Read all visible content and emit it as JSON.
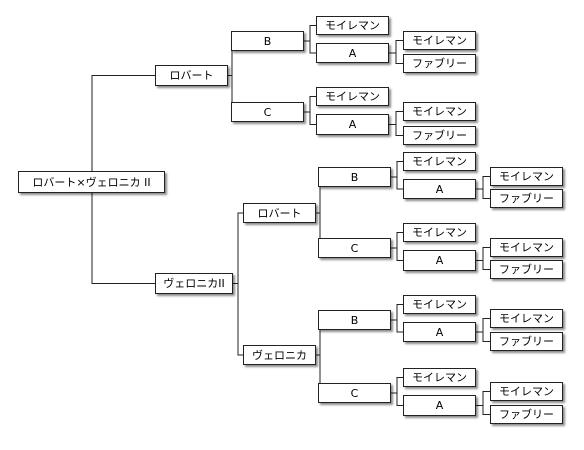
{
  "nodes": [
    {
      "id": "root",
      "label": "ロバート×ヴェロニカ II"
    },
    {
      "id": "robert-1",
      "label": "ロバート"
    },
    {
      "id": "veronica-ii",
      "label": "ヴェロニカII"
    },
    {
      "id": "b-1",
      "label": "B"
    },
    {
      "id": "c-1",
      "label": "C"
    },
    {
      "id": "moireman-1",
      "label": "モイレマン"
    },
    {
      "id": "a-1",
      "label": "A"
    },
    {
      "id": "moireman-2",
      "label": "モイレマン"
    },
    {
      "id": "fabry-1",
      "label": "ファブリー"
    },
    {
      "id": "moireman-3",
      "label": "モイレマン"
    },
    {
      "id": "a-2",
      "label": "A"
    },
    {
      "id": "moireman-4",
      "label": "モイレマン"
    },
    {
      "id": "fabry-2",
      "label": "ファブリー"
    },
    {
      "id": "robert-2",
      "label": "ロバート"
    },
    {
      "id": "veronica",
      "label": "ヴェロニカ"
    },
    {
      "id": "b-2",
      "label": "B"
    },
    {
      "id": "c-2",
      "label": "C"
    },
    {
      "id": "moireman-5",
      "label": "モイレマン"
    },
    {
      "id": "a-3",
      "label": "A"
    },
    {
      "id": "moireman-6",
      "label": "モイレマン"
    },
    {
      "id": "fabry-3",
      "label": "ファブリー"
    },
    {
      "id": "moireman-7",
      "label": "モイレマン"
    },
    {
      "id": "a-4",
      "label": "A"
    },
    {
      "id": "moireman-8",
      "label": "モイレマン"
    },
    {
      "id": "fabry-4",
      "label": "ファブリー"
    },
    {
      "id": "b-3",
      "label": "B"
    },
    {
      "id": "c-3",
      "label": "C"
    },
    {
      "id": "moireman-9",
      "label": "モイレマン"
    },
    {
      "id": "a-5",
      "label": "A"
    },
    {
      "id": "moireman-10",
      "label": "モイレマン"
    },
    {
      "id": "fabry-5",
      "label": "ファブリー"
    },
    {
      "id": "moireman-11",
      "label": "モイレマン"
    },
    {
      "id": "a-6",
      "label": "A"
    },
    {
      "id": "moireman-12",
      "label": "モイレマン"
    },
    {
      "id": "fabry-6",
      "label": "ファブリー"
    }
  ],
  "edges": [
    [
      "root",
      "robert-1"
    ],
    [
      "root",
      "veronica-ii"
    ],
    [
      "robert-1",
      "b-1"
    ],
    [
      "robert-1",
      "c-1"
    ],
    [
      "b-1",
      "moireman-1"
    ],
    [
      "b-1",
      "a-1"
    ],
    [
      "a-1",
      "moireman-2"
    ],
    [
      "a-1",
      "fabry-1"
    ],
    [
      "c-1",
      "moireman-3"
    ],
    [
      "c-1",
      "a-2"
    ],
    [
      "a-2",
      "moireman-4"
    ],
    [
      "a-2",
      "fabry-2"
    ],
    [
      "veronica-ii",
      "robert-2"
    ],
    [
      "veronica-ii",
      "veronica"
    ],
    [
      "robert-2",
      "b-2"
    ],
    [
      "robert-2",
      "c-2"
    ],
    [
      "b-2",
      "moireman-5"
    ],
    [
      "b-2",
      "a-3"
    ],
    [
      "a-3",
      "moireman-6"
    ],
    [
      "a-3",
      "fabry-3"
    ],
    [
      "c-2",
      "moireman-7"
    ],
    [
      "c-2",
      "a-4"
    ],
    [
      "a-4",
      "moireman-8"
    ],
    [
      "a-4",
      "fabry-4"
    ],
    [
      "veronica",
      "b-3"
    ],
    [
      "veronica",
      "c-3"
    ],
    [
      "b-3",
      "moireman-9"
    ],
    [
      "b-3",
      "a-5"
    ],
    [
      "a-5",
      "moireman-10"
    ],
    [
      "a-5",
      "fabry-5"
    ],
    [
      "c-3",
      "moireman-11"
    ],
    [
      "c-3",
      "a-6"
    ],
    [
      "a-6",
      "moireman-12"
    ],
    [
      "a-6",
      "fabry-6"
    ]
  ]
}
